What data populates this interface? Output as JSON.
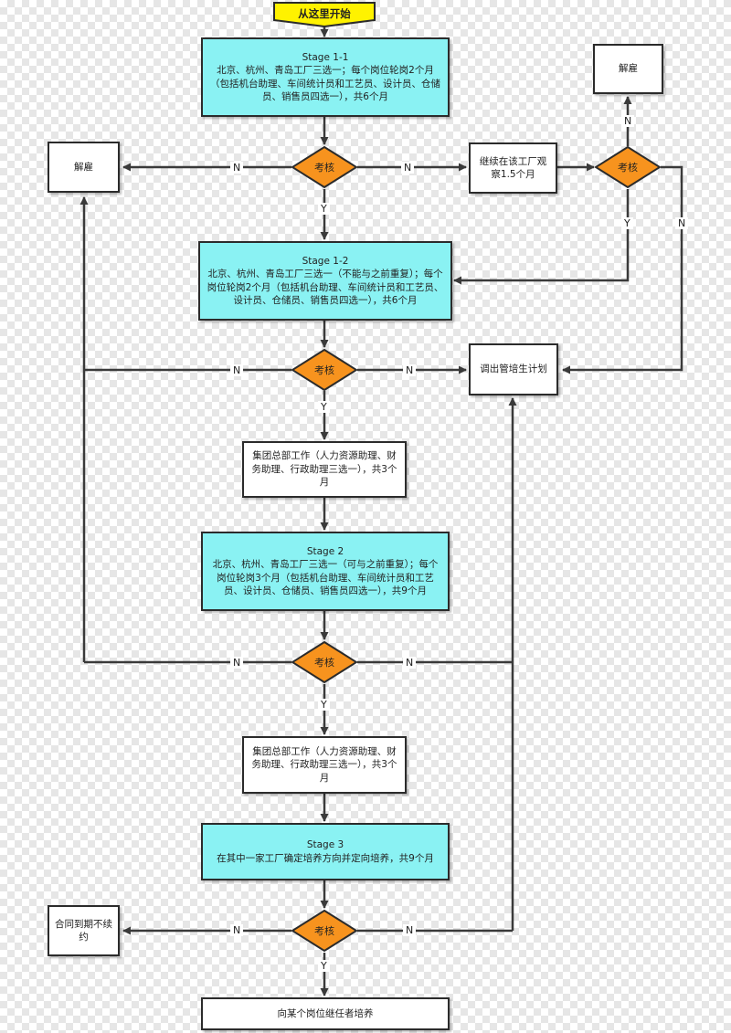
{
  "start": "从这里开始",
  "stage11": {
    "title": "Stage 1-1",
    "body": "北京、杭州、青岛工厂三选一；每个岗位轮岗2个月（包括机台助理、车间统计员和工艺员、设计员、仓储员、销售员四选一），共6个月"
  },
  "stage12": {
    "title": "Stage 1-2",
    "body": "北京、杭州、青岛工厂三选一（不能与之前重复）；每个岗位轮岗2个月（包括机台助理、车间统计员和工艺员、设计员、仓储员、销售员四选一），共6个月"
  },
  "hq1": "集团总部工作（人力资源助理、财务助理、行政助理三选一），共3个月",
  "stage2": {
    "title": "Stage 2",
    "body": "北京、杭州、青岛工厂三选一（可与之前重复）；每个岗位轮岗3个月（包括机台助理、车间统计员和工艺员、设计员、仓储员、销售员四选一），共9个月"
  },
  "hq2": "集团总部工作（人力资源助理、财务助理、行政助理三选一），共3个月",
  "stage3": {
    "title": "Stage 3",
    "body": "在其中一家工厂确定培养方向并定向培养，共9个月"
  },
  "final": "向某个岗位继任者培养",
  "dismiss_left": "解雇",
  "dismiss_right": "解雇",
  "observe": "继续在该工厂观察1.5个月",
  "transfer": "调出管培生计划",
  "contract_end": "合同到期不续约",
  "decision_label": "考核",
  "yes": "Y",
  "no": "N",
  "colors": {
    "stage_fill": "#8af2f3",
    "decision_fill": "#f7931e",
    "start_fill": "#fff200",
    "line": "#3a3a3a"
  }
}
